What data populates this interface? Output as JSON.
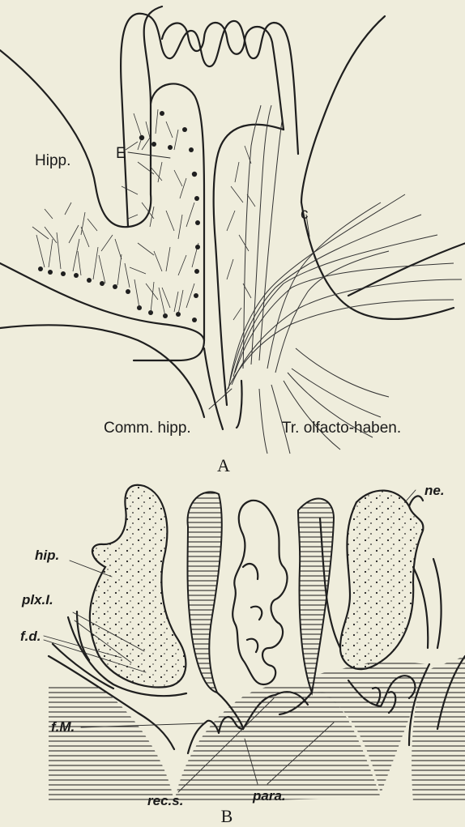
{
  "panel_a": {
    "letter": "A",
    "labels": {
      "hipp": "Hipp.",
      "e": "E",
      "c": "c",
      "comm_hipp": "Comm. hipp.",
      "tract": "Tr. olfacto-haben."
    }
  },
  "panel_b": {
    "letter": "B",
    "labels": {
      "hip": "hip.",
      "plx": "plx.I.",
      "fd": "f.d.",
      "fm": "f.M.",
      "recs": "rec.s.",
      "para": "para.",
      "ne": "ne."
    }
  }
}
